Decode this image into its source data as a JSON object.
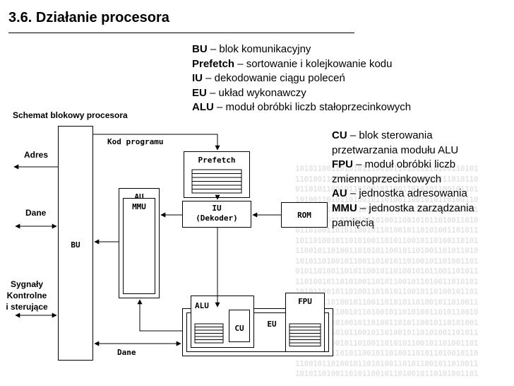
{
  "title": "3.6. Działanie procesora",
  "legend_top": [
    {
      "abbr": "BU",
      "desc": " – blok komunikacyjny"
    },
    {
      "abbr": "Prefetch",
      "desc": " – sortowanie i kolejkowanie kodu"
    },
    {
      "abbr": "IU",
      "desc": " – dekodowanie ciągu poleceń"
    },
    {
      "abbr": "EU",
      "desc": " – układ wykonawczy"
    },
    {
      "abbr": "ALU",
      "desc": " – moduł obróbki liczb stałoprzecinkowych"
    }
  ],
  "legend_right": {
    "cu_abbr": "CU",
    "cu_desc_1": " – blok sterowania",
    "cu_desc_2": "przetwarzania modułu ALU",
    "fpu_abbr": "FPU",
    "fpu_desc_1": " – moduł obróbki liczb",
    "fpu_desc_2": "zmiennoprzecinkowych",
    "au_abbr": "AU",
    "au_desc": " – jednostka adresowania",
    "mmu_abbr": "MMU",
    "mmu_desc_1": " – jednostka zarządzania",
    "mmu_desc_2": "pamięcią"
  },
  "diagram": {
    "caption": "Schemat blokowy procesora",
    "adres": "Adres",
    "dane_left": "Dane",
    "sygnaly_1": "Sygnały",
    "sygnaly_2": "Kontrolne",
    "sygnaly_3": "i sterujące",
    "bu": "BU",
    "kod_programu": "Kod programu",
    "prefetch": "Prefetch",
    "au": "AU",
    "mmu": "MMU",
    "iu_1": "IU",
    "iu_2": "(Dekoder)",
    "rom": "ROM",
    "alu": "ALU",
    "cu": "CU",
    "eu": "EU",
    "fpu": "FPU",
    "dane_bottom": "Dane"
  },
  "background_binary": [
    "10101100110101011100101101001110100110101",
    "11010011010110010110100101011010011010110",
    "01101011001011010010110011010101100101101",
    "10100110101101001011010011001010110100110",
    "11010101100101101001101010110010110100101",
    "10011010110100101101001100101011010011010",
    "01101001101011001011010010110101001101011",
    "10110100101101010011010110010110100110101",
    "11001011010011010101100101101001101011010",
    "10101101001011001101010110100101101001101",
    "01011010011010110010110100101011001101011",
    "11010010110101001101011001011010011010101",
    "10101100101101001101010110010110100101101",
    "01101011010010110011010101101001011010011",
    "10011010110010110100101101010011010110010",
    "11010101101001011010011010110010110101001",
    "10101001101011001011010010110101001101011",
    "01101011001011010011010101100101101001101",
    "10110100110101100101101001101011010010110",
    "11001011010010110101001101011001011010011",
    "10101101001101011001011010010110101001101"
  ]
}
